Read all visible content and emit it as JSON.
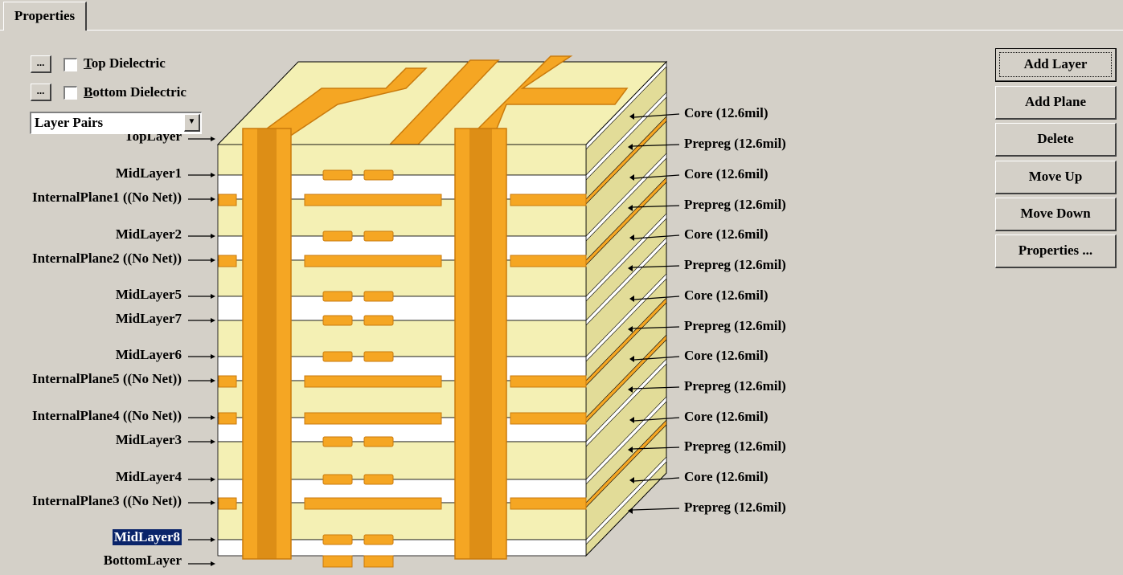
{
  "tab": {
    "label": "Properties"
  },
  "options": {
    "top_dielectric": {
      "button": "...",
      "label_hotkey": "T",
      "label_rest": "op Dielectric",
      "checked": false
    },
    "bottom_dielectric": {
      "button": "...",
      "label_hotkey": "B",
      "label_rest": "ottom Dielectric",
      "checked": false
    },
    "view_mode": {
      "value": "Layer Pairs"
    }
  },
  "buttons": {
    "add_layer": "Add Layer",
    "add_plane": "Add Plane",
    "delete": "Delete",
    "move_up": "Move Up",
    "move_down": "Move Down",
    "properties": "Properties ..."
  },
  "layers": [
    {
      "name": "TopLayer",
      "type": "signal"
    },
    {
      "name": "MidLayer1",
      "type": "signal"
    },
    {
      "name": "InternalPlane1 ((No Net))",
      "type": "plane"
    },
    {
      "name": "MidLayer2",
      "type": "signal"
    },
    {
      "name": "InternalPlane2 ((No Net))",
      "type": "plane"
    },
    {
      "name": "MidLayer5",
      "type": "signal"
    },
    {
      "name": "MidLayer7",
      "type": "signal"
    },
    {
      "name": "MidLayer6",
      "type": "signal"
    },
    {
      "name": "InternalPlane5 ((No Net))",
      "type": "plane"
    },
    {
      "name": "InternalPlane4 ((No Net))",
      "type": "plane"
    },
    {
      "name": "MidLayer3",
      "type": "signal"
    },
    {
      "name": "MidLayer4",
      "type": "signal"
    },
    {
      "name": "InternalPlane3 ((No Net))",
      "type": "plane"
    },
    {
      "name": "MidLayer8",
      "type": "signal",
      "selected": true
    },
    {
      "name": "BottomLayer",
      "type": "signal"
    }
  ],
  "dielectrics": [
    "Core (12.6mil)",
    "Prepreg (12.6mil)",
    "Core (12.6mil)",
    "Prepreg (12.6mil)",
    "Core (12.6mil)",
    "Prepreg (12.6mil)",
    "Core (12.6mil)",
    "Prepreg (12.6mil)",
    "Core (12.6mil)",
    "Prepreg (12.6mil)",
    "Core (12.6mil)",
    "Prepreg (12.6mil)",
    "Core (12.6mil)",
    "Prepreg (12.6mil)"
  ],
  "colors": {
    "background": "#d4d0c8",
    "copper": "#f5a623",
    "copper_dark": "#c97a0c",
    "dielectric": "#f4f0b4",
    "dielectric_dark": "#e2dc98",
    "selection": "#0a246a"
  }
}
